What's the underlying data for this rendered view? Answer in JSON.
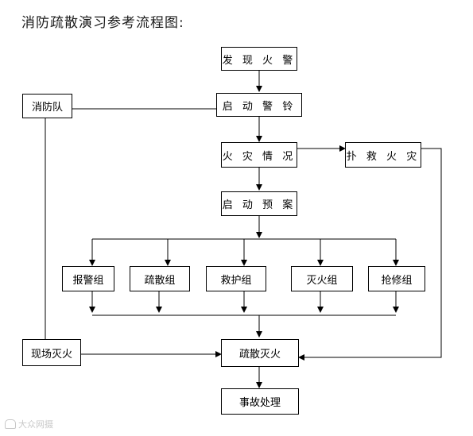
{
  "title": "消防疏散演习参考流程图:",
  "nodes": {
    "fire_alarm": "发 现 火 警",
    "start_alarm": "启 动 警 铃",
    "fire_brigade": "消防队",
    "fire_status": "火 灾 情 况",
    "fight_fire": "扑 救 火 灾",
    "start_plan": "启 动 预 案",
    "alarm_group": "报警组",
    "evac_group": "疏散组",
    "rescue_group": "救护组",
    "fire_group": "灭火组",
    "repair_group": "抢修组",
    "onsite_fire": "现场灭火",
    "evac_fire": "疏散灭火",
    "accident": "事故处理"
  },
  "watermark": "大众网摄"
}
